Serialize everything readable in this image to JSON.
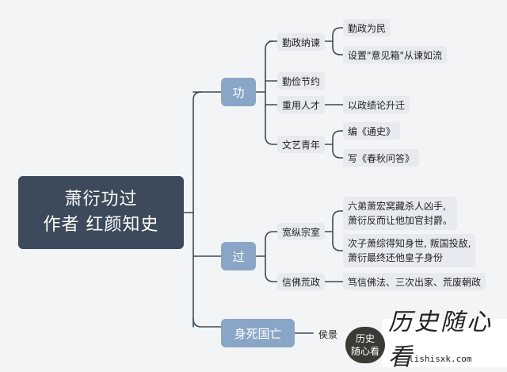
{
  "root": {
    "line1": "萧衍功过",
    "line2": "作者 红颜知史"
  },
  "gong": {
    "label": "功",
    "qinzheng": {
      "label": "勤政纳谏",
      "items": [
        "勤政为民",
        "设置\"意见箱\"从谏如流"
      ]
    },
    "qinjian": {
      "label": "勤俭节约"
    },
    "zhongyong": {
      "label": "重用人才",
      "items": [
        "以政绩论升迁"
      ]
    },
    "wenyi": {
      "label": "文艺青年",
      "items": [
        "编《通史》",
        "写《春秋问答》"
      ]
    }
  },
  "guo": {
    "label": "过",
    "kuanzong": {
      "label": "宽纵宗室",
      "items": [
        {
          "line1": "六弟萧宏窝藏杀人凶手,",
          "line2": "萧衍反而让他加官封爵。"
        },
        {
          "line1": "次子萧综得知身世, 叛国投敌,",
          "line2": "萧衍最终还他皇子身份"
        }
      ]
    },
    "xinfo": {
      "label": "信佛荒政",
      "items": [
        "笃信佛法、三次出家、荒废朝政"
      ]
    }
  },
  "shensi": {
    "label": "身死国亡",
    "items": [
      "侯景"
    ]
  },
  "watermark": {
    "badge_line1": "历史",
    "badge_line2": "随心看",
    "script": "历史随心看",
    "url": "lishisxk.com"
  }
}
